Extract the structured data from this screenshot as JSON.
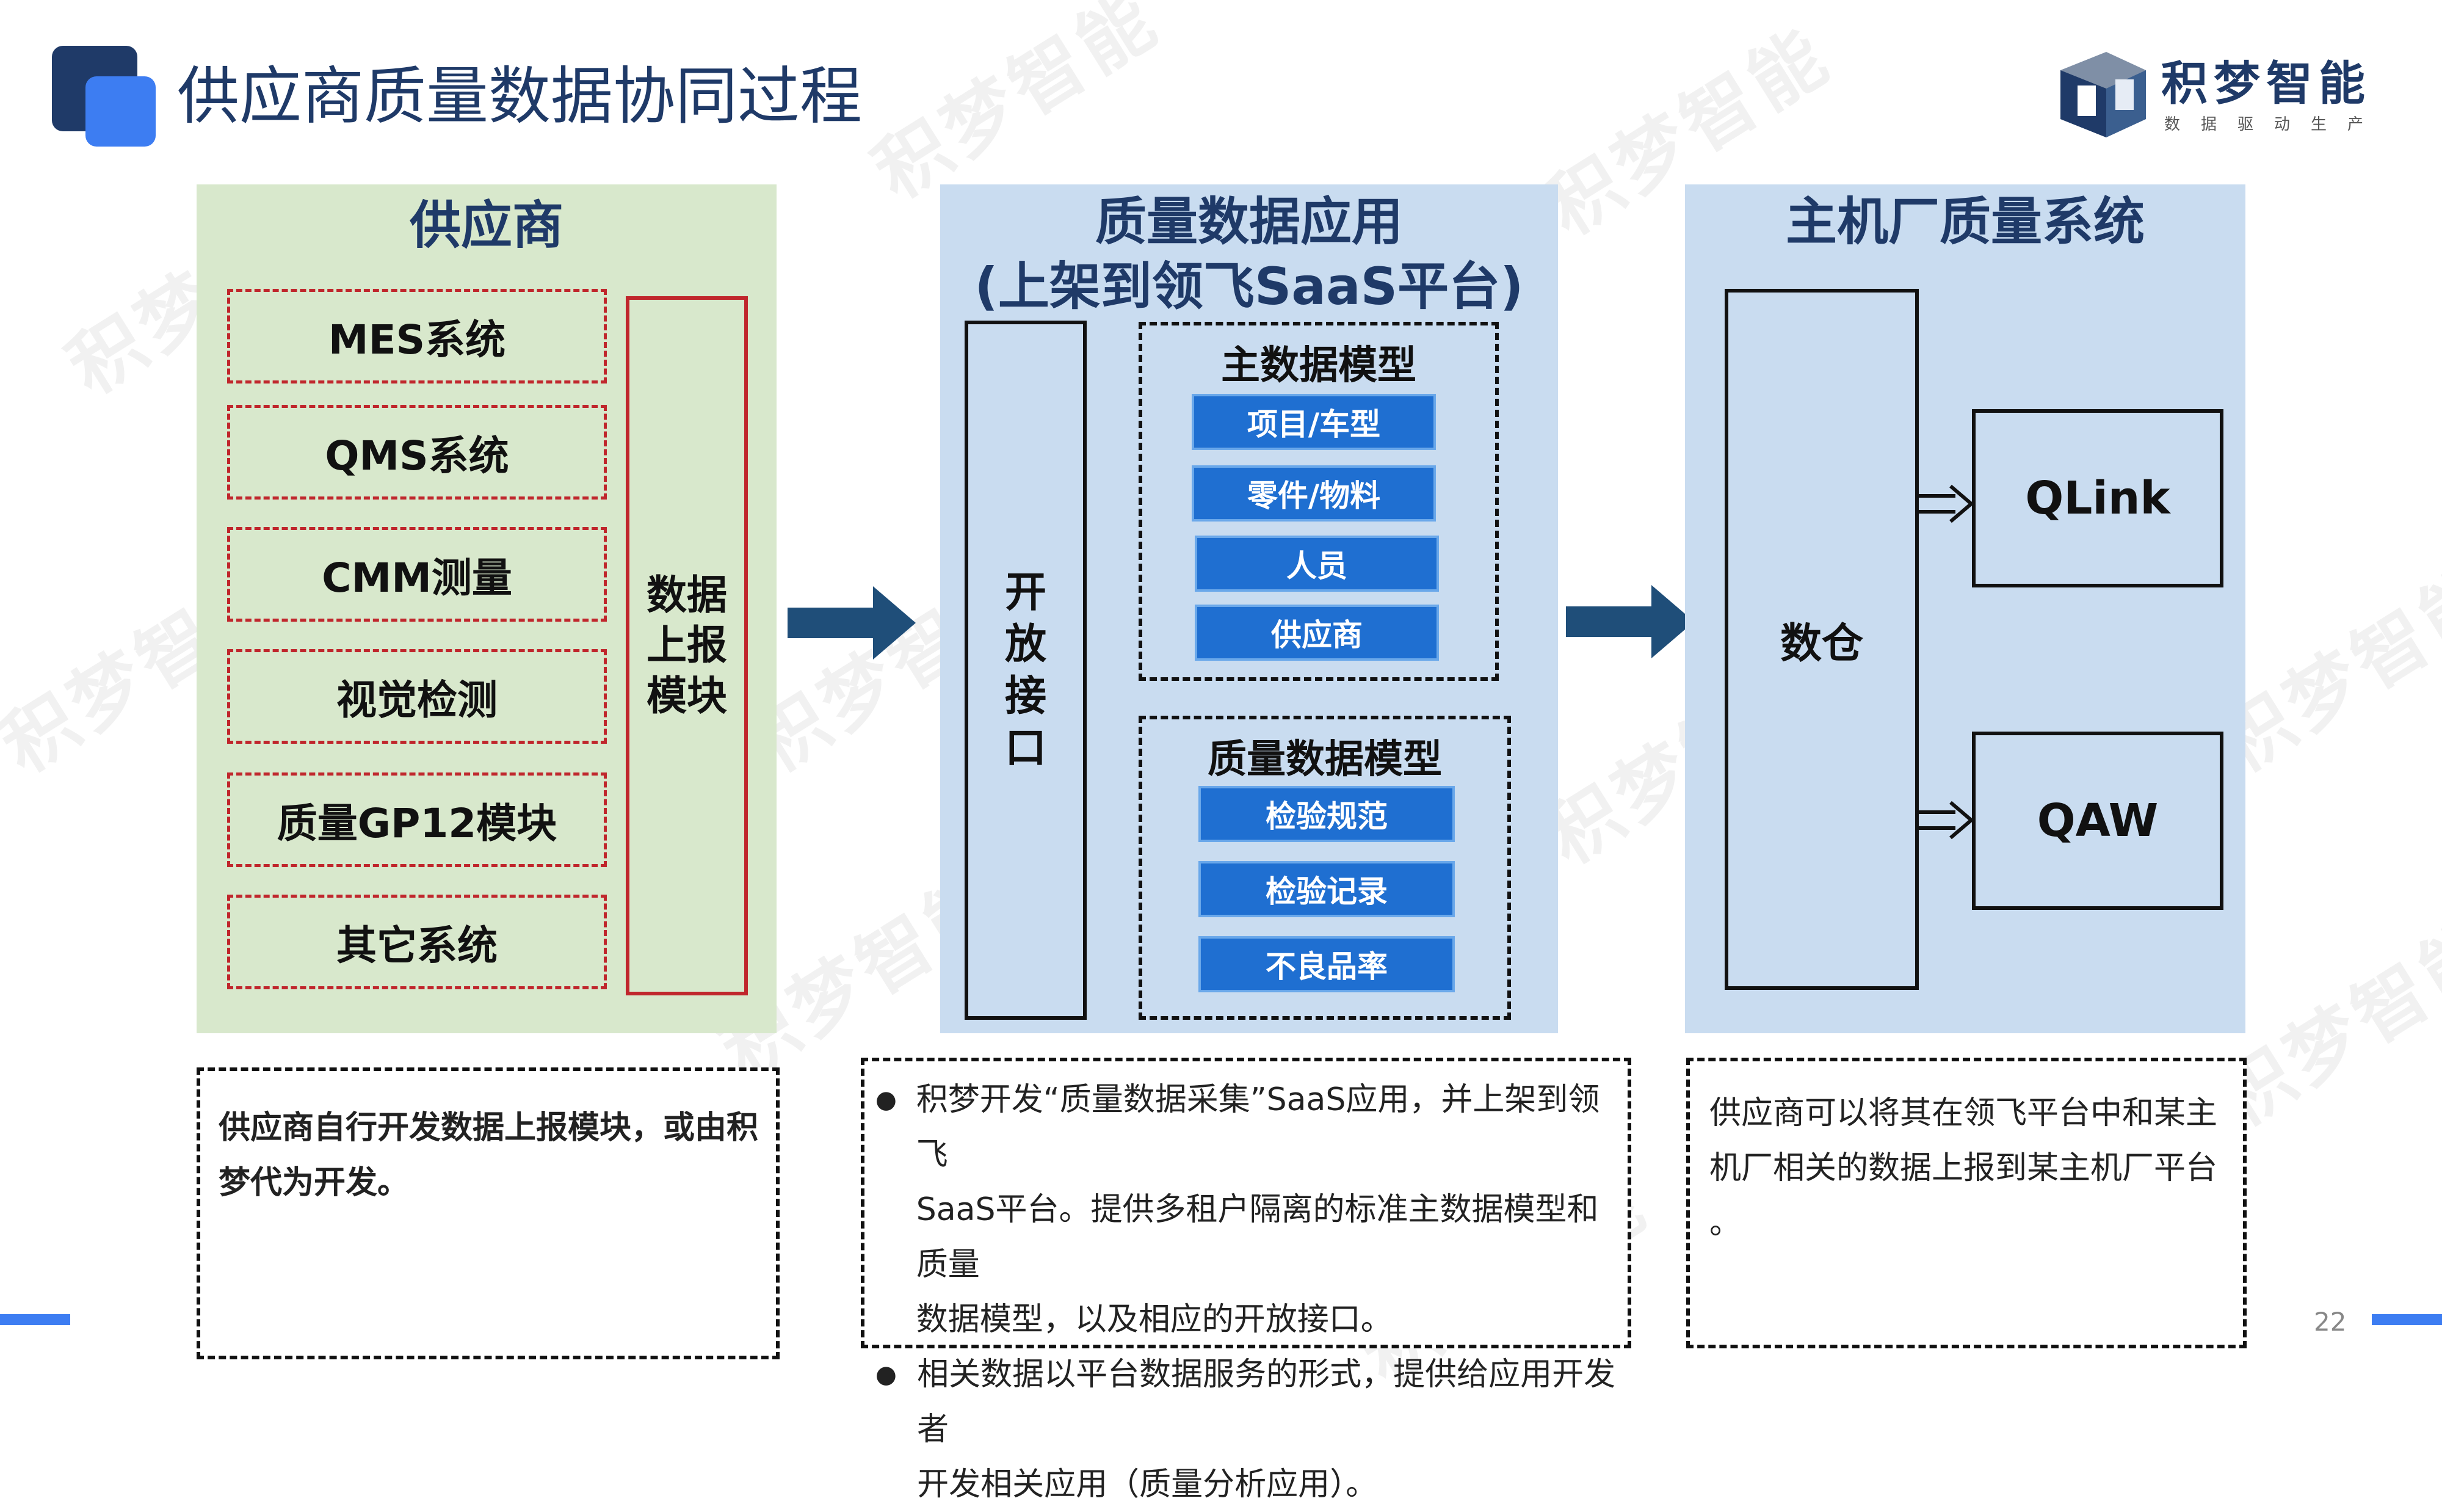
{
  "header": {
    "title": "供应商质量数据协同过程",
    "brand_name": "积梦智能",
    "brand_tagline": "数据驱动生产"
  },
  "supplier_panel": {
    "title": "供应商",
    "systems": [
      "MES系统",
      "QMS系统",
      "CMM测量",
      "视觉检测",
      "质量GP12模块",
      "其它系统"
    ],
    "upload_module": [
      "数据",
      "上报",
      "模块"
    ]
  },
  "app_panel": {
    "title_line1": "质量数据应用",
    "title_line2": "(上架到领飞SaaS平台)",
    "open_api": [
      "开",
      "放",
      "接",
      "口"
    ],
    "master_model": {
      "title": "主数据模型",
      "items": [
        "项目/车型",
        "零件/物料",
        "人员",
        "供应商"
      ]
    },
    "quality_model": {
      "title": "质量数据模型",
      "items": [
        "检验规范",
        "检验记录",
        "不良品率"
      ]
    }
  },
  "oem_panel": {
    "title": "主机厂质量系统",
    "warehouse": "数仓",
    "targets": [
      "QLink",
      "QAW"
    ]
  },
  "notes": {
    "supplier_note_line1": "供应商自行开发数据上报模块，或由积",
    "supplier_note_line2": "梦代为开发。",
    "app_bullets": [
      [
        "积梦开发“质量数据采集”SaaS应用，并上架到领飞",
        "SaaS平台。提供多租户隔离的标准主数据模型和质量",
        "数据模型，以及相应的开放接口。"
      ],
      [
        "相关数据以平台数据服务的形式，提供给应用开发者",
        "开发相关应用（质量分析应用）。"
      ]
    ],
    "oem_note_line1": "供应商可以将其在领飞平台中和某主",
    "oem_note_line2": "机厂相关的数据上报到某主机厂平台",
    "oem_note_line3": "。"
  },
  "page_number": "22",
  "colors": {
    "title": "#1f3a68",
    "green_panel": "#d8e8cc",
    "blue_panel": "#c9dcf0",
    "red_dash": "#c0262c",
    "pill_blue": "#1f6fd1",
    "arrow": "#1f4e79"
  }
}
